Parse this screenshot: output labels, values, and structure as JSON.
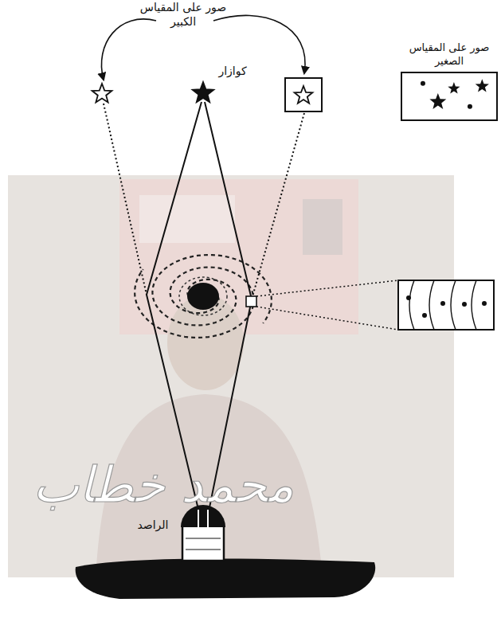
{
  "diagram": {
    "nodes": [
      {
        "text": [
          "صور على المقياس الصغير"
        ]
      }
    ],
    "labels": [
      "صور على المقياس الكبير",
      "كوازار",
      "الراصد",
      "محمد خطاب"
    ]
  }
}
